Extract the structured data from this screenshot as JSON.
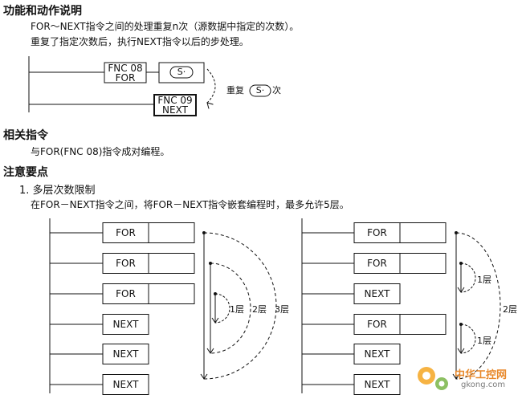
{
  "section1": {
    "title": "功能和动作说明",
    "line1": "FOR～NEXT指令之间的处理重复n次（源数据中指定的次数）。",
    "line2": "重复了指定次数后，执行NEXT指令以后的步处理。"
  },
  "diagram1": {
    "for_label_line1": "FNC 08",
    "for_label_line2": "FOR",
    "source_label": "S·",
    "next_label_line1": "FNC 09",
    "next_label_line2": "NEXT",
    "repeat_prefix": "重复",
    "repeat_source": "S·",
    "repeat_suffix": "次"
  },
  "section2": {
    "title": "相关指令",
    "line1": "与FOR(FNC 08)指令成对编程。"
  },
  "section3": {
    "title": "注意要点",
    "item1": "1. 多层次数限制",
    "item1_desc": "在FOR－NEXT指令之间，将FOR－NEXT指令嵌套编程时，最多允许5层。"
  },
  "left_diagram": {
    "rows": [
      "FOR",
      "FOR",
      "FOR",
      "NEXT",
      "NEXT",
      "NEXT"
    ],
    "level1": "1层",
    "level2": "2层",
    "level3": "3层"
  },
  "right_diagram": {
    "rows": [
      "FOR",
      "FOR",
      "NEXT",
      "FOR",
      "NEXT",
      "NEXT"
    ],
    "level1a": "1层",
    "level1b": "1层",
    "level2": "2层"
  },
  "watermark": {
    "name": "中华工控网",
    "url": "gkong.com"
  }
}
